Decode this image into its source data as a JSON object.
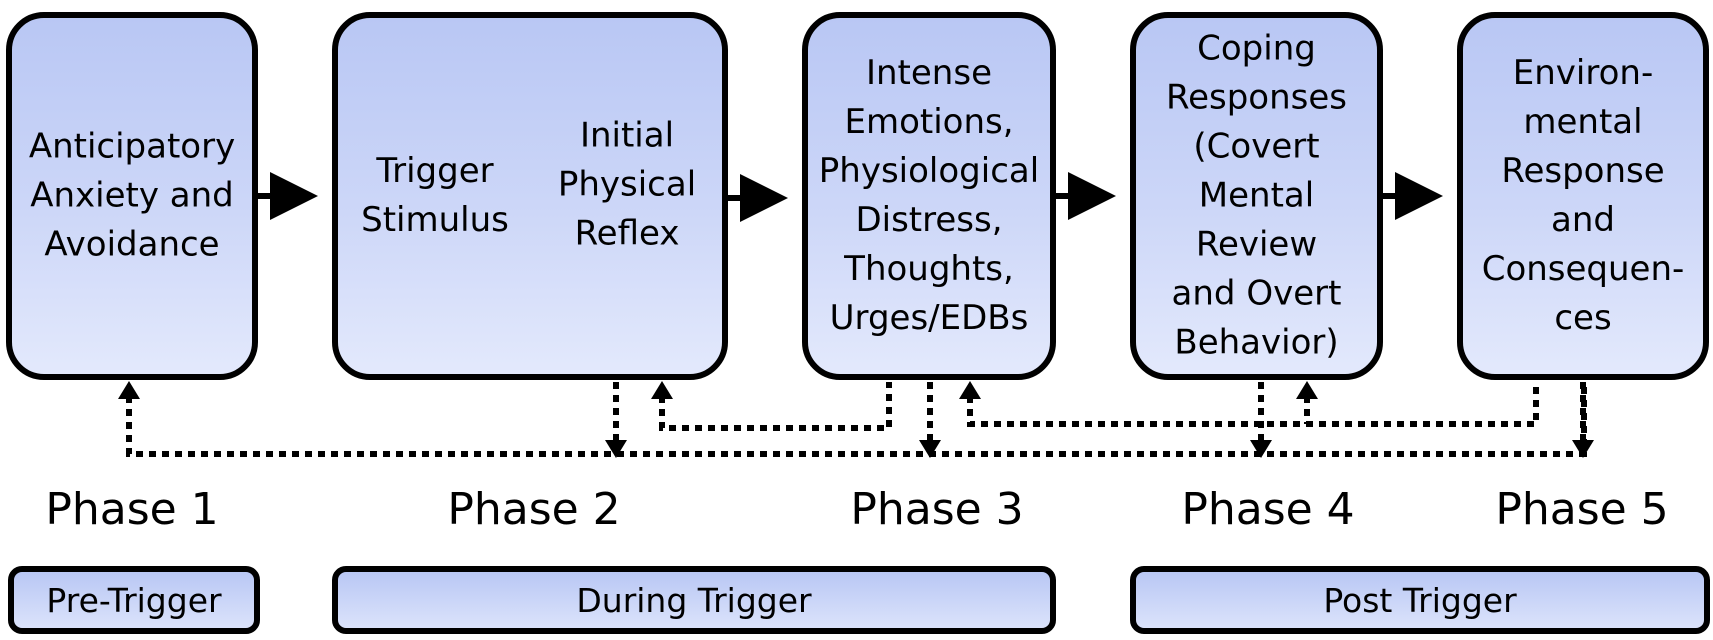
{
  "boxes": {
    "phase1": {
      "text": "Anticipatory\nAnxiety and\nAvoidance"
    },
    "phase2_left": {
      "text": "Trigger\nStimulus"
    },
    "phase2_right": {
      "text": "Initial\nPhysical\nReflex"
    },
    "phase3": {
      "text": "Intense\nEmotions,\nPhysiological\nDistress,\nThoughts,\nUrges/EDBs"
    },
    "phase4": {
      "text": "Coping\nResponses\n(Covert\nMental\nReview\nand Overt\nBehavior)"
    },
    "phase5": {
      "text": "Environ-\nmental\nResponse\nand\nConsequen-\nces"
    }
  },
  "phase_labels": [
    "Phase 1",
    "Phase 2",
    "Phase 3",
    "Phase 4",
    "Phase 5"
  ],
  "periods": {
    "pre": "Pre-Trigger",
    "during": "During Trigger",
    "post": "Post Trigger"
  },
  "colors": {
    "box_fill_top": "#b9c7f4",
    "box_fill_bottom": "#e3e9fc",
    "stroke": "#000000"
  }
}
